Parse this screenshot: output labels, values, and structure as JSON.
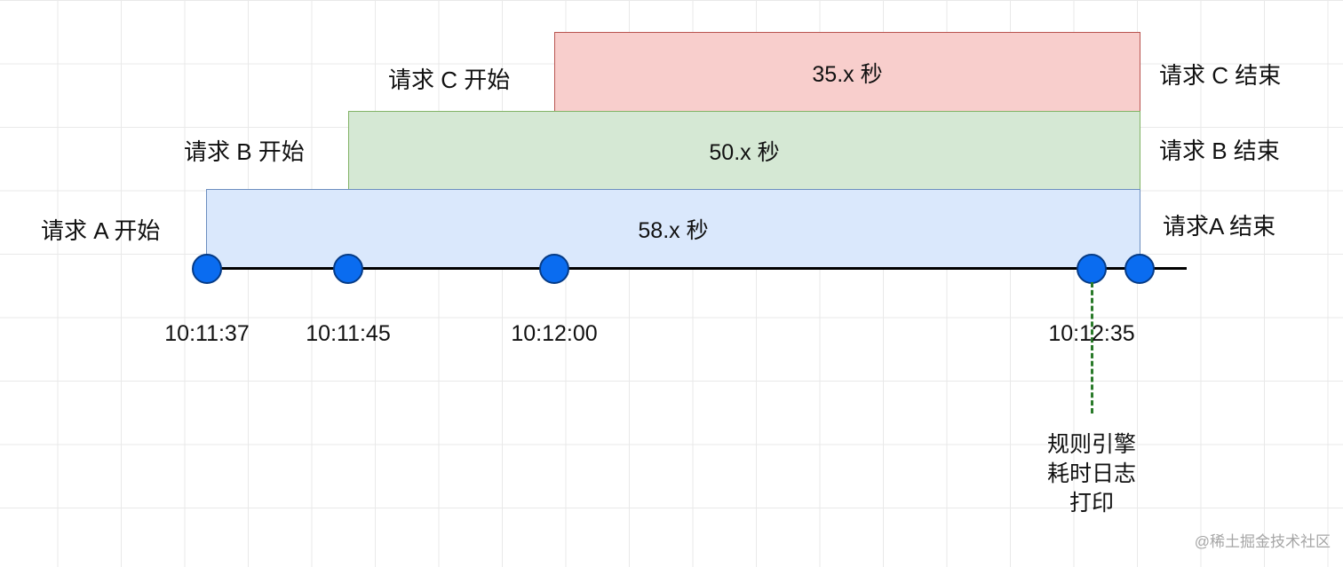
{
  "bars": {
    "c": {
      "label": "35.x 秒",
      "start_label": "请求 C 开始",
      "end_label": "请求 C 结束"
    },
    "b": {
      "label": "50.x 秒",
      "start_label": "请求 B 开始",
      "end_label": "请求 B 结束"
    },
    "a": {
      "label": "58.x 秒",
      "start_label": "请求 A 开始",
      "end_label": "请求A 结束"
    }
  },
  "timeline": {
    "times": [
      "10:11:37",
      "10:11:45",
      "10:12:00",
      "10:12:35"
    ]
  },
  "note": {
    "lines": [
      "规则引擎",
      "耗时日志",
      "打印"
    ]
  },
  "watermark": "@稀土掘金技术社区",
  "colors": {
    "bar_c_fill": "#f8cecc",
    "bar_c_border": "#b85450",
    "bar_b_fill": "#d5e8d4",
    "bar_b_border": "#82b366",
    "bar_a_fill": "#dae8fc",
    "bar_a_border": "#6c8ebf",
    "dot_fill": "#0a6cf0",
    "dashed_line": "#2a7a2a"
  }
}
